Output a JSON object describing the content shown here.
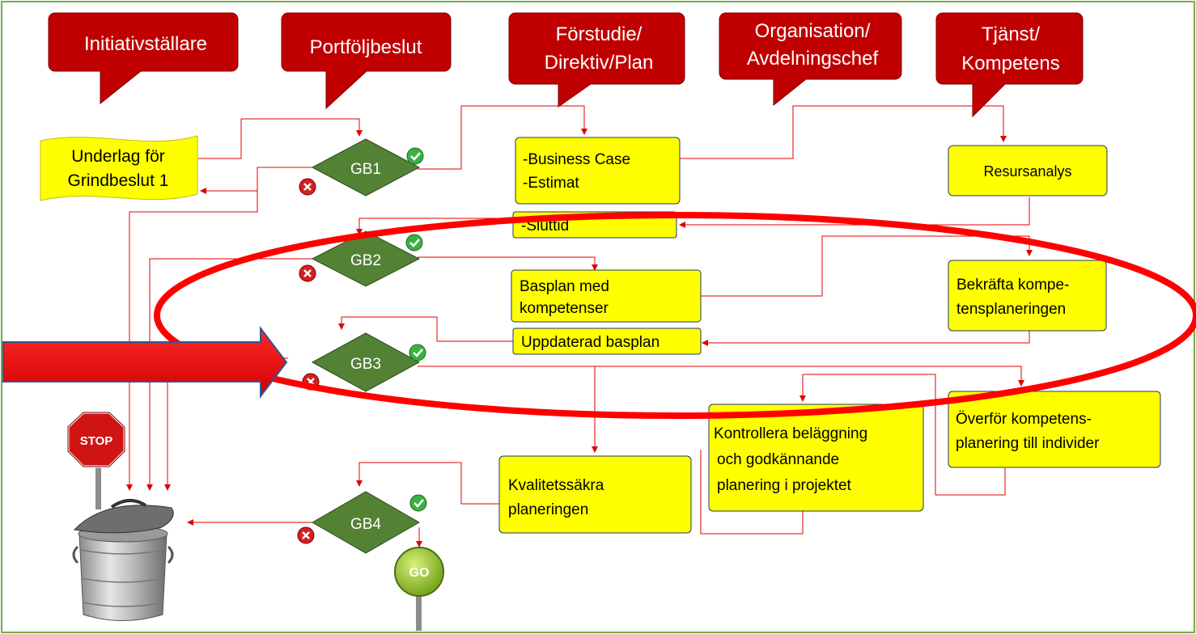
{
  "lanes": [
    {
      "lines": [
        "Initiativställare"
      ]
    },
    {
      "lines": [
        "Portföljbeslut"
      ]
    },
    {
      "lines": [
        "Förstudie/",
        "Direktiv/Plan"
      ]
    },
    {
      "lines": [
        "Organisation/",
        "Avdelningschef"
      ]
    },
    {
      "lines": [
        "Tjänst/",
        "Kompetens"
      ]
    }
  ],
  "document": {
    "lines": [
      "Underlag för",
      "Grindbeslut 1"
    ]
  },
  "gates": [
    "GB1",
    "GB2",
    "GB3",
    "GB4"
  ],
  "boxes": {
    "business_case": [
      "-Business Case",
      "-Estimat"
    ],
    "sluttid": [
      "-Sluttid"
    ],
    "basplan": [
      "Basplan med",
      "kompetenser"
    ],
    "uppdaterad": [
      "Uppdaterad basplan"
    ],
    "kvalitet": [
      "Kvalitetssäkra",
      "planeringen"
    ],
    "kontrollera": [
      "Kontrollera beläggning",
      "och godkännande",
      "planering i projektet"
    ],
    "resursanalys": [
      "Resursanalys"
    ],
    "bekrafta": [
      "Bekräfta kompe-",
      "tensplaneringen"
    ],
    "overfor": [
      "Överför kompetens-",
      "planering till individer"
    ]
  },
  "signs": {
    "stop": "STOP",
    "go": "GO"
  },
  "colors": {
    "lane_header": "#c00000",
    "gate": "#548235",
    "box_fill": "#ffff00",
    "box_border": "#1f3864",
    "connector": "#e00000",
    "highlight": "#ff0000",
    "border": "#70ad47"
  },
  "icons": [
    "check-icon",
    "cross-icon",
    "stop-sign",
    "go-sign",
    "trash-can",
    "arrow"
  ]
}
